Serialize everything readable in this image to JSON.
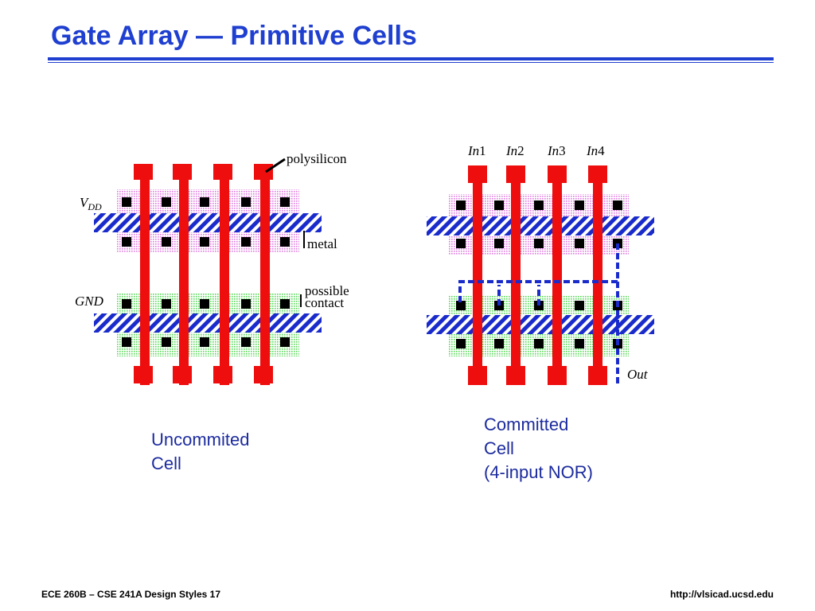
{
  "title": "Gate Array — Primitive Cells",
  "labels": {
    "polysilicon": "polysilicon",
    "vdd_main": "V",
    "vdd_sub": "DD",
    "metal": "metal",
    "possible": "possible",
    "contact": "contact",
    "gnd": "GND",
    "in_prefix": "In",
    "in1": "1",
    "in2": "2",
    "in3": "3",
    "in4": "4",
    "out": "Out"
  },
  "captions": {
    "left_line1": "Uncommited",
    "left_line2": "Cell",
    "right_line1": "Committed",
    "right_line2": "Cell",
    "right_line3": "(4-input NOR)"
  },
  "footer": {
    "left": "ECE 260B – CSE 241A Design Styles 17",
    "right": "http://vlsicad.ucsd.edu"
  },
  "colors": {
    "accent": "#1f3fd0",
    "poly": "#ee0e0e",
    "metal": "#1a2bcc",
    "pdiff": "#e07ae0",
    "ndiff": "#58d858"
  }
}
